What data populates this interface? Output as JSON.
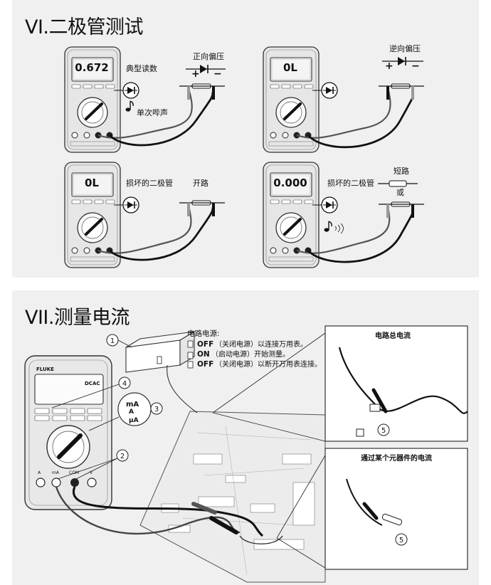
{
  "section6": {
    "title": "VI.二极管测试",
    "quad_a": {
      "display": "0.672",
      "label": "典型读数",
      "note": "单次哔声",
      "bias": "正向偏压",
      "plus": "+",
      "minus": "−"
    },
    "quad_b": {
      "display": "0L",
      "bias": "逆向偏压",
      "plus": "+",
      "minus": "−"
    },
    "quad_c": {
      "display": "0L",
      "label": "损坏的二极管",
      "condition": "开路"
    },
    "quad_d": {
      "display": "0.000",
      "label": "损坏的二极管",
      "condition": "短路",
      "or": "或"
    }
  },
  "section7": {
    "title": "VII.测量电流",
    "power_heading": "电路电源:",
    "steps": [
      {
        "bold": "OFF",
        "text": "（关闭电源）以连接万用表。"
      },
      {
        "bold": "ON",
        "text": "（启动电源）开始测量。"
      },
      {
        "bold": "OFF",
        "text": "（关闭电源）以断开万用表连接。"
      }
    ],
    "callouts": [
      "1",
      "2",
      "3",
      "4",
      "5",
      "5"
    ],
    "meter_display": "DCAC",
    "range_label_ma": "mA",
    "range_label_a": "A",
    "range_label_ua": "μA",
    "inset_top_title": "电路总电流",
    "inset_bottom_title": "通过某个元器件的电流"
  },
  "meter": {
    "brand": "FLUKE",
    "jack_labels": [
      "A",
      "mA",
      "COM",
      "V"
    ]
  }
}
